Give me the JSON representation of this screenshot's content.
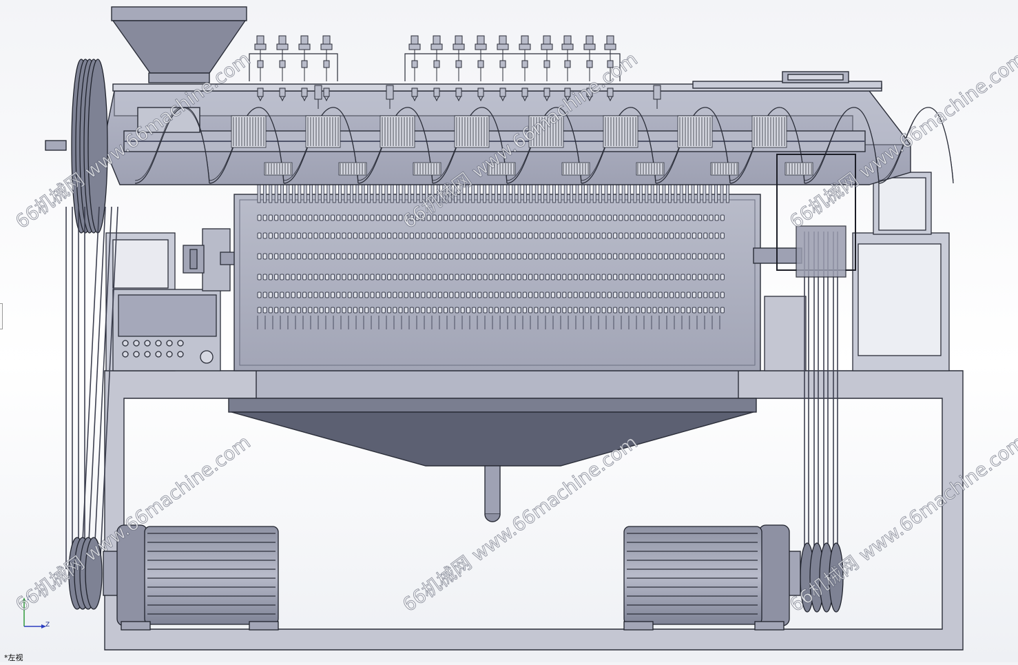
{
  "viewport": {
    "view_label": "*左视",
    "triad": {
      "axis_vertical": "Y",
      "axis_horizontal": "Z"
    }
  },
  "watermarks": [
    {
      "cjk": "66机械网",
      "url": "www.66machine.com"
    },
    {
      "cjk": "66机械网",
      "url": "www.66machine.com"
    },
    {
      "cjk": "66机械网",
      "url": "www.66machine.com"
    },
    {
      "cjk": "66机械网",
      "url": "www.66machine.com"
    },
    {
      "cjk": "66机械网",
      "url": "www.66machine.com"
    },
    {
      "cjk": "66机械网",
      "url": "www.66machine.com"
    }
  ],
  "colors": {
    "steel": "#a9acbe",
    "steel_dark": "#5c6072",
    "steel_light": "#c9ccd8",
    "outline": "#2a2d38",
    "frame": "#c4c6d2"
  }
}
